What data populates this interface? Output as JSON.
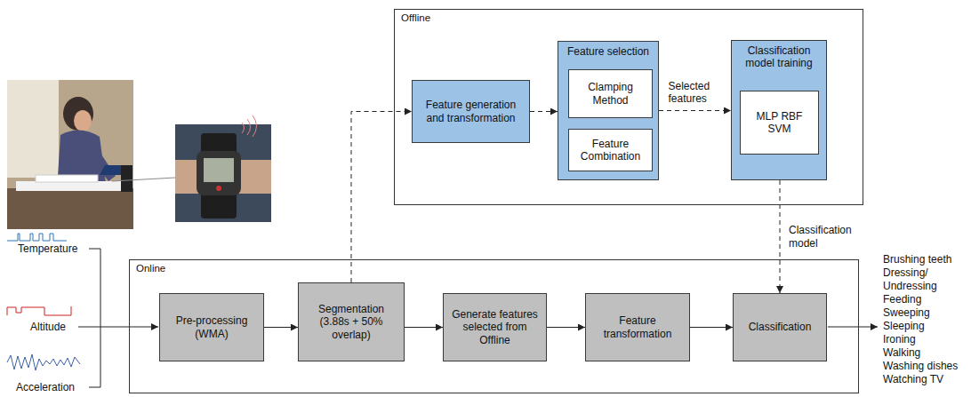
{
  "diagram": {
    "nodes": [
      {
        "text": [
          "Offline"
        ]
      },
      {
        "text": [
          "Feature generation and transformation"
        ],
        "in": 0
      },
      {
        "text": [
          "Feature selection"
        ],
        "in": 0
      },
      {
        "text": [
          "Clamping Method"
        ],
        "in": 2
      },
      {
        "text": [
          "Feature Combination"
        ],
        "in": 2
      },
      {
        "text": [
          "Classification model training"
        ],
        "in": 0
      },
      {
        "text": [
          "MLP RBF SVM"
        ],
        "in": 5
      },
      {
        "text": [
          "Online"
        ]
      },
      {
        "text": [
          "Pre-processing (WMA)"
        ],
        "in": 7
      },
      {
        "text": [
          "Segmentation (3.88s + 50% overlap)"
        ],
        "in": 7
      },
      {
        "text": [
          "Generate features selected from Offline"
        ],
        "in": 7
      },
      {
        "text": [
          "Feature transformation"
        ],
        "in": 7
      },
      {
        "text": [
          "Classification"
        ],
        "in": 7
      }
    ],
    "edges": [
      {
        "from": 8,
        "to": 9,
        "arrow": "to"
      },
      {
        "from": 9,
        "to": 10,
        "arrow": "to"
      },
      {
        "from": 10,
        "to": 11,
        "arrow": "to"
      },
      {
        "from": 11,
        "to": 12,
        "arrow": "to"
      },
      {
        "from": 9,
        "to": 1,
        "arrow": "to"
      },
      {
        "from": 1,
        "to": 2,
        "arrow": "to"
      },
      {
        "from": 3,
        "to": 4,
        "arrow": "to"
      },
      {
        "from": 2,
        "to": 5,
        "label": "Selected features",
        "arrow": "to"
      },
      {
        "from": 5,
        "to": 12,
        "label": "Classification model",
        "arrow": "to"
      }
    ],
    "labels": [
      "Temperature",
      "Altitude",
      "Acceleration",
      "Brushing teeth",
      "Dressing/ Undressing",
      "Feeding",
      "Sweeping",
      "Sleeping",
      "Ironing",
      "Walking",
      "Washing dishes",
      "Watching TV"
    ]
  }
}
